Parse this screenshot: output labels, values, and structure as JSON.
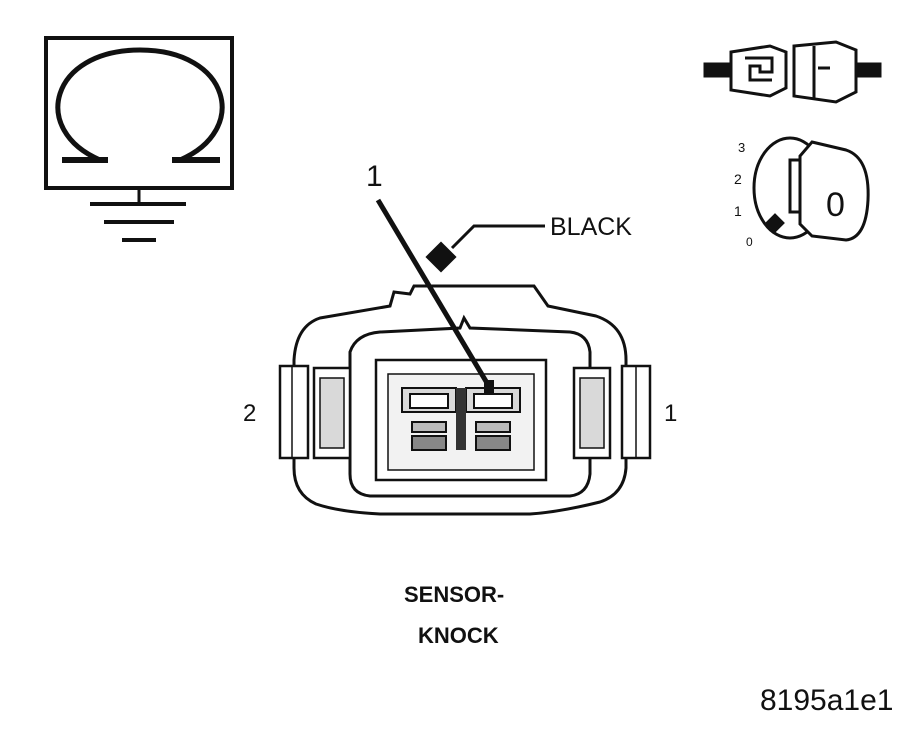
{
  "callout": {
    "number": "1",
    "color_label": "BLACK"
  },
  "pins": {
    "left": "2",
    "right": "1"
  },
  "component": {
    "line1": "SENSOR-",
    "line2": "KNOCK"
  },
  "figure_code": "8195a1e1",
  "ignition_key": {
    "positions": [
      "0",
      "1",
      "2",
      "3"
    ],
    "key_face": "0"
  },
  "icons": {
    "ohmmeter": "ohm-meter-icon",
    "ground": "ground-symbol-icon",
    "connector_disconnect": "disconnect-connector-icon",
    "ignition": "ignition-key-off-icon"
  },
  "colors": {
    "line": "#111111",
    "fill_light": "#d9d9d9",
    "background": "#ffffff"
  }
}
